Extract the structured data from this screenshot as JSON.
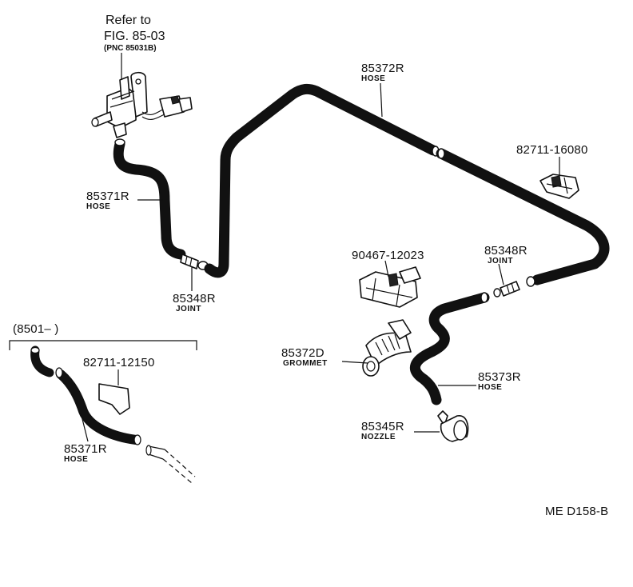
{
  "reference": {
    "line1": "Refer to",
    "line2": "FIG. 85-03",
    "line3": "(PNC 85031B)"
  },
  "labels": {
    "hose_85372R": {
      "pn": "85372R",
      "name": "HOSE"
    },
    "clamp_82711_16080": {
      "pn": "82711-16080"
    },
    "hose_85371R": {
      "pn": "85371R",
      "name": "HOSE"
    },
    "joint_85348R_left": {
      "pn": "85348R",
      "name": "JOINT"
    },
    "clip_90467_12023": {
      "pn": "90467-12023"
    },
    "joint_85348R_right": {
      "pn": "85348R",
      "name": "JOINT"
    },
    "grommet_85372D": {
      "pn": "85372D",
      "name": "GROMMET"
    },
    "hose_85373R": {
      "pn": "85373R",
      "name": "HOSE"
    },
    "nozzle_85345R": {
      "pn": "85345R",
      "name": "NOZZLE"
    }
  },
  "inset": {
    "header": "(8501–        )",
    "clamp_82711_12150": {
      "pn": "82711-12150"
    },
    "hose_85371R": {
      "pn": "85371R",
      "name": "HOSE"
    }
  },
  "diagram_code": "ME  D158-B"
}
